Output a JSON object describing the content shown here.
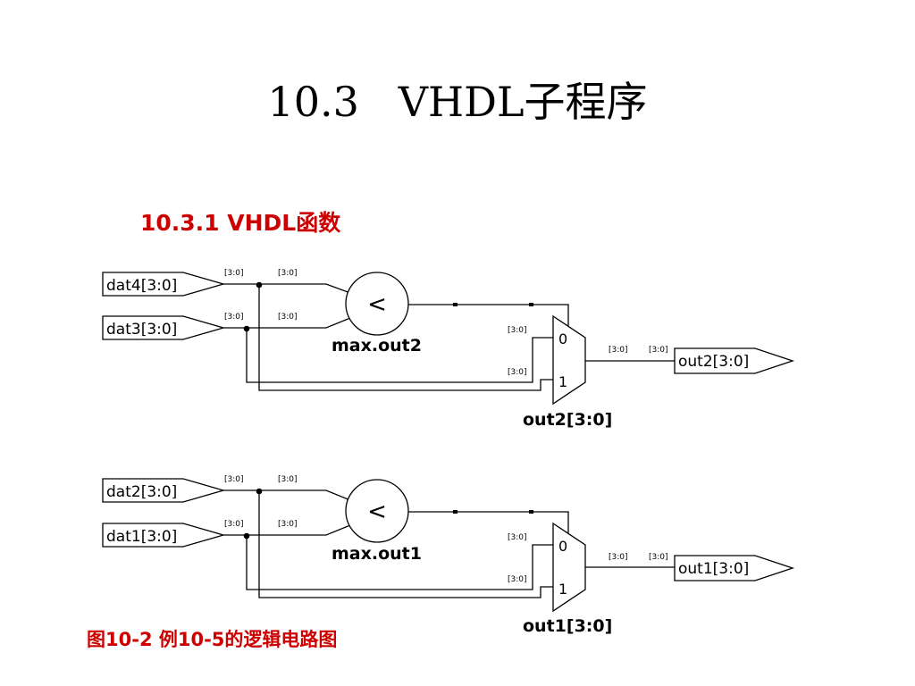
{
  "title": "10.3   VHDL子程序",
  "subtitle": "10.3.1  VHDL函数",
  "caption": "图10-2 例10-5的逻辑电路图",
  "circuits": [
    {
      "input_a": "dat4[3:0]",
      "input_b": "dat3[3:0]",
      "bus_label": "[3:0]",
      "comparator_symbol": "<",
      "comparator_name": "max.out2",
      "mux_in0": "0",
      "mux_in1": "1",
      "mux_name": "out2[3:0]",
      "output": "out2[3:0]"
    },
    {
      "input_a": "dat2[3:0]",
      "input_b": "dat1[3:0]",
      "bus_label": "[3:0]",
      "comparator_symbol": "<",
      "comparator_name": "max.out1",
      "mux_in0": "0",
      "mux_in1": "1",
      "mux_name": "out1[3:0]",
      "output": "out1[3:0]"
    }
  ]
}
